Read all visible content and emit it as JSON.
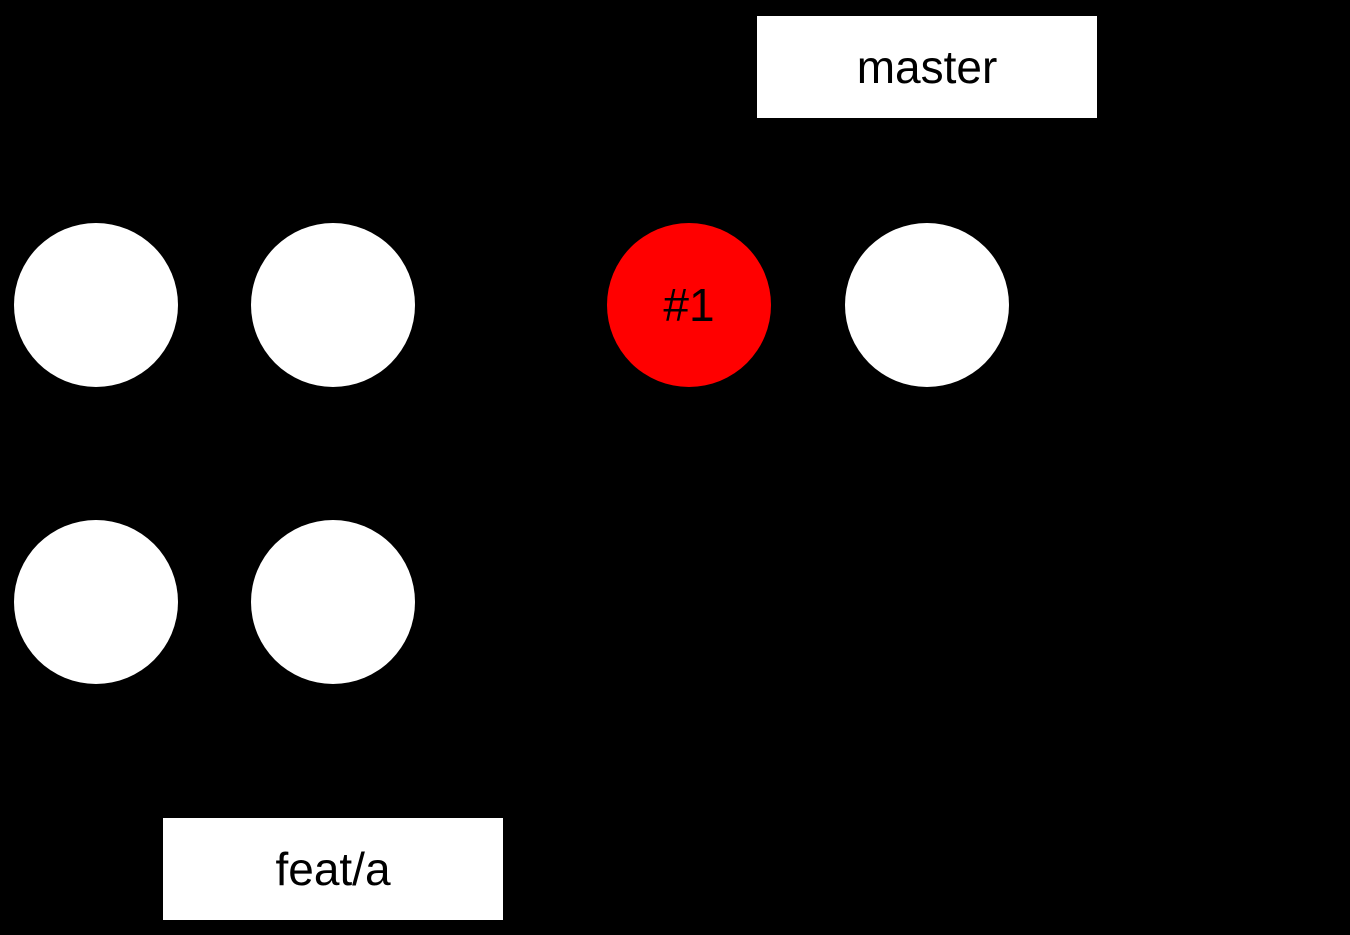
{
  "branches": {
    "master": "master",
    "feature": "feat/a"
  },
  "commits": {
    "top_row": [
      {
        "label": "",
        "color": "#ffffff"
      },
      {
        "label": "",
        "color": "#ffffff"
      },
      {
        "label": "#1",
        "color": "#ff0000"
      },
      {
        "label": "",
        "color": "#ffffff"
      }
    ],
    "bottom_row": [
      {
        "label": "",
        "color": "#ffffff"
      },
      {
        "label": "",
        "color": "#ffffff"
      }
    ]
  },
  "colors": {
    "background": "#000000",
    "highlight": "#ff0000",
    "node": "#ffffff"
  }
}
